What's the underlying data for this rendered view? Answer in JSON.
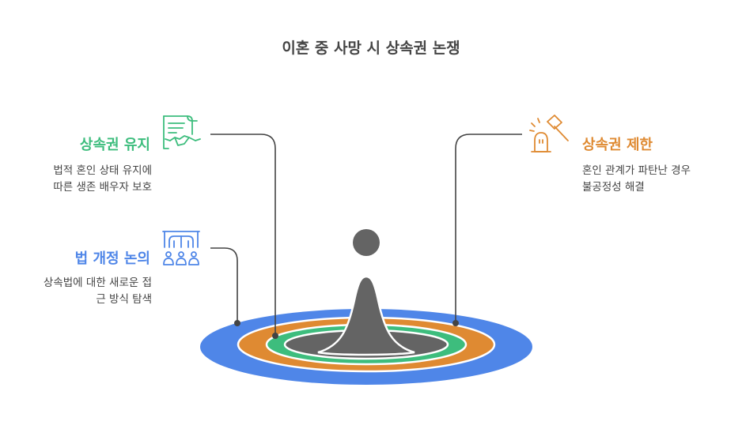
{
  "title": "이혼 중 사망 시 상속권 논쟁",
  "colors": {
    "green": "#3dbd7d",
    "orange": "#df8a32",
    "blue": "#4f86e8",
    "gray": "#646464",
    "text": "#444444"
  },
  "items": [
    {
      "heading": "상속권 유지",
      "desc1": "법적 혼인 상태 유지에",
      "desc2": "따른 생존 배우자 보호",
      "icon": "document-handshake-icon",
      "color": "green"
    },
    {
      "heading": "상속권 제한",
      "desc1": "혼인 관계가 파탄난 경우",
      "desc2": "불공정성 해결",
      "icon": "gavel-icon",
      "color": "orange"
    },
    {
      "heading": "법 개정 논의",
      "desc1": "상속법에 대한 새로운 접",
      "desc2": "근 방식 탐색",
      "icon": "building-people-icon",
      "color": "blue"
    }
  ]
}
